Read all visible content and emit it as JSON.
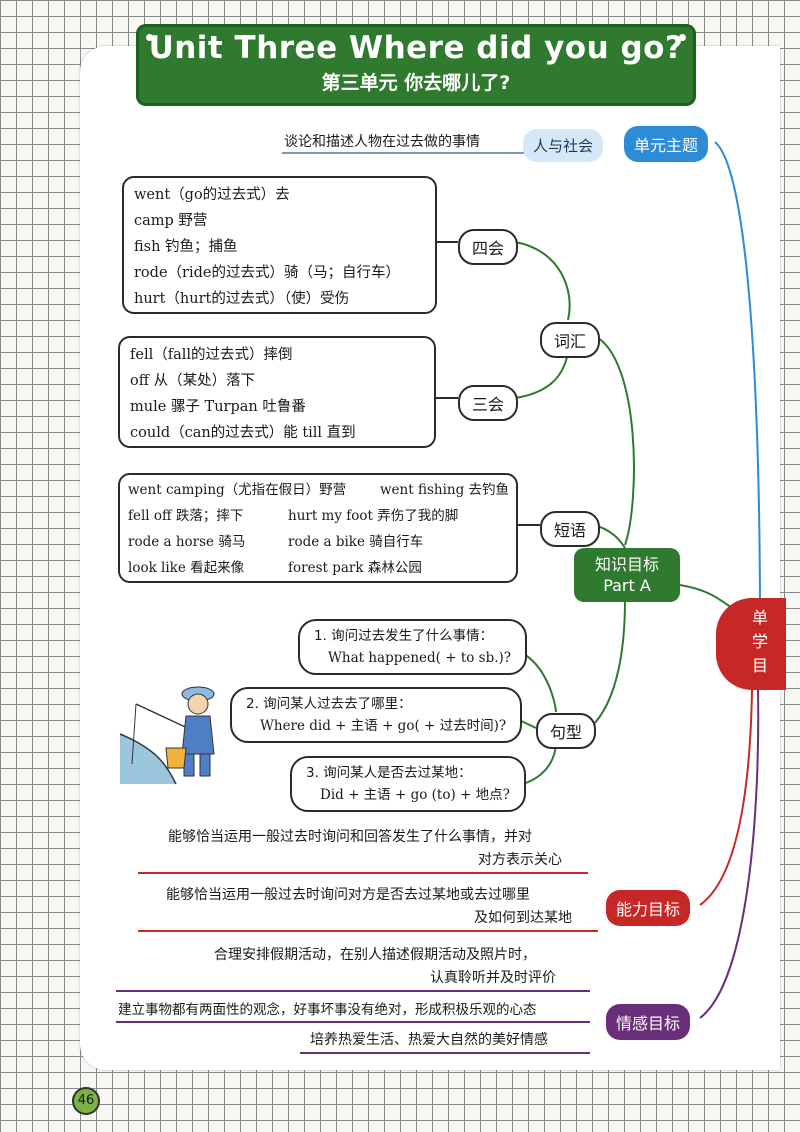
{
  "title": {
    "en": "Unit Three  Where did you go?",
    "cn": "第三单元   你去哪儿了?"
  },
  "theme": {
    "tab": "单元主题",
    "category": "人与社会",
    "description": "谈论和描述人物在过去做的事情"
  },
  "hub": {
    "line1": "知识目标",
    "line2": "Part A"
  },
  "right_node": {
    "text": "单\n学\n目"
  },
  "vocab": {
    "label": "词汇",
    "four_skills": {
      "label": "四会",
      "items": [
        "went（go的过去式）去",
        "camp 野营",
        "fish 钓鱼；捕鱼",
        "rode（ride的过去式）骑（马；自行车）",
        "hurt（hurt的过去式）（使）受伤"
      ]
    },
    "three_skills": {
      "label": "三会",
      "items": [
        "fell（fall的过去式）摔倒",
        "off 从（某处）落下",
        "mule 骡子  Turpan 吐鲁番",
        "could（can的过去式）能  till 直到"
      ]
    }
  },
  "phrases": {
    "label": "短语",
    "rows": [
      [
        "went camping（尤指在假日）野营",
        "went fishing 去钓鱼"
      ],
      [
        "fell off 跌落；摔下",
        "hurt my foot 弄伤了我的脚"
      ],
      [
        "rode a horse 骑马",
        "rode a bike 骑自行车"
      ],
      [
        "look like 看起来像",
        "forest park 森林公园"
      ]
    ]
  },
  "sentences": {
    "label": "句型",
    "items": [
      {
        "q": "1. 询问过去发生了什么事情：",
        "a": "What happened( + to sb.)?"
      },
      {
        "q": "2. 询问某人过去去了哪里：",
        "a": "Where did + 主语 + go( + 过去时间)?"
      },
      {
        "q": "3. 询问某人是否去过某地：",
        "a": "Did + 主语 + go (to) + 地点?"
      }
    ]
  },
  "ability": {
    "label": "能力目标",
    "items": [
      {
        "l1": "能够恰当运用一般过去时询问和回答发生了什么事情，并对",
        "l2": "对方表示关心"
      },
      {
        "l1": "能够恰当运用一般过去时询问对方是否去过某地或去过哪里",
        "l2": "及如何到达某地"
      }
    ]
  },
  "emotion": {
    "label": "情感目标",
    "items": [
      {
        "l1": "合理安排假期活动，在别人描述假期活动及照片时，",
        "l2": "认真聆听并及时评价"
      },
      {
        "l1": "建立事物都有两面性的观念，好事坏事没有绝对，形成积极乐观的心态",
        "l2": ""
      },
      {
        "l1": "培养热爱生活、热爱大自然的美好情感",
        "l2": ""
      }
    ]
  },
  "page_number": "46",
  "colors": {
    "green": "#2f7a2f",
    "blue": "#2e8bd6",
    "red": "#c62828",
    "purple": "#6a2f7a"
  }
}
